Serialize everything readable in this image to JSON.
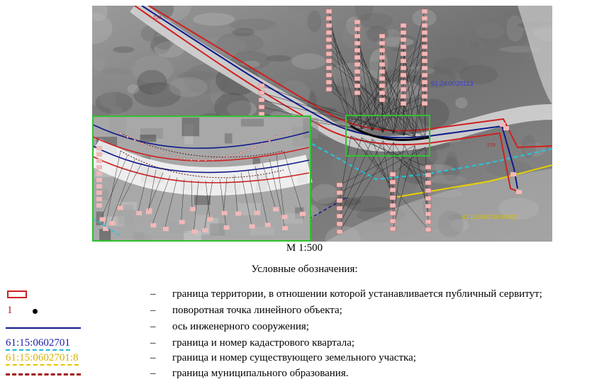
{
  "map": {
    "scale_label": "М 1:500",
    "labels": {
      "point_start": "230",
      "point_end": "279",
      "parcel_upper": "61:24:0020113",
      "parcel_lower": "61:15:0602701:839(4)"
    },
    "colors": {
      "servitude": "#d02020",
      "axis": "#101a8a",
      "cadastral_quarter": "#20c8e0",
      "land_plot": "#e8d000",
      "municipal": "#a01010",
      "inset_frame": "#30c030",
      "label_bg": "#f2b8b8"
    }
  },
  "legend": {
    "title": "Условные обозначения:",
    "dash": "–",
    "items": [
      {
        "symbol": "red-rectangle",
        "label": "",
        "text": "граница территории, в отношении которой устанавливается публичный сервитут;"
      },
      {
        "symbol": "point",
        "label": "1",
        "text": "поворотная точка линейного объекта;"
      },
      {
        "symbol": "blue-line",
        "label": "",
        "text": "ось инженерного сооружения;"
      },
      {
        "symbol": "cadastral-quarter",
        "label": "61:15:0602701",
        "text": "граница и номер кадастрового квартала;"
      },
      {
        "symbol": "land-plot",
        "label": "61:15:0602701:8",
        "text": "граница и номер существующего земельного участка;"
      },
      {
        "symbol": "municipal-dash",
        "label": "",
        "text": "граница муниципального образования."
      }
    ]
  }
}
